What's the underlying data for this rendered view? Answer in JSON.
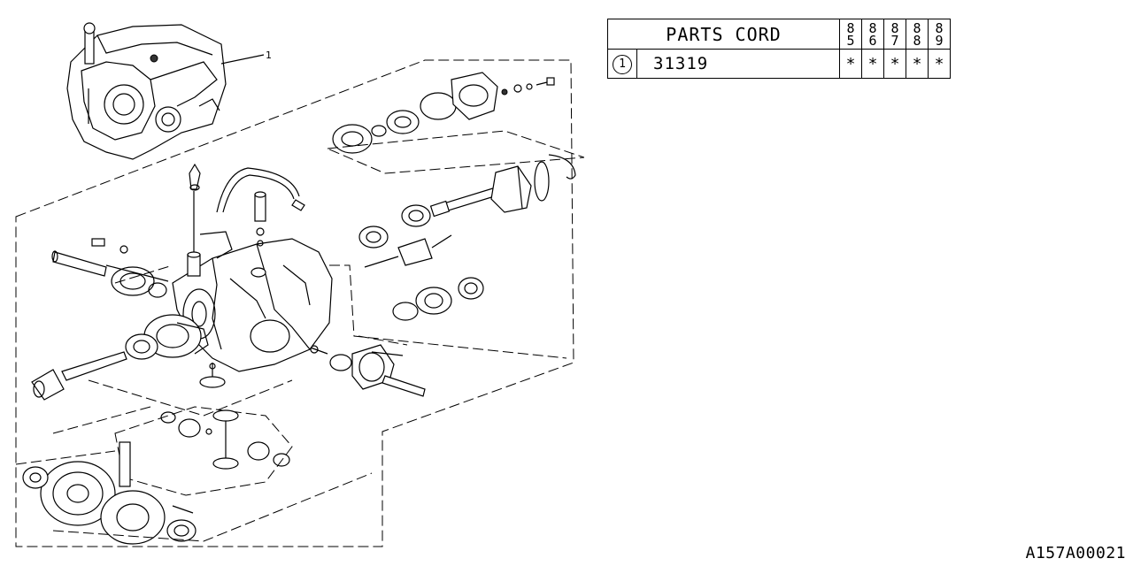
{
  "table": {
    "header_title": "PARTS CORD",
    "years": [
      {
        "top": "8",
        "bottom": "5"
      },
      {
        "top": "8",
        "bottom": "6"
      },
      {
        "top": "8",
        "bottom": "7"
      },
      {
        "top": "8",
        "bottom": "8"
      },
      {
        "top": "8",
        "bottom": "9"
      }
    ],
    "rows": [
      {
        "ref": "1",
        "code": "31319",
        "marks": [
          "*",
          "*",
          "*",
          "*",
          "*"
        ]
      }
    ]
  },
  "diagram": {
    "callout_number": "1"
  },
  "reference_code": "A157A00021"
}
